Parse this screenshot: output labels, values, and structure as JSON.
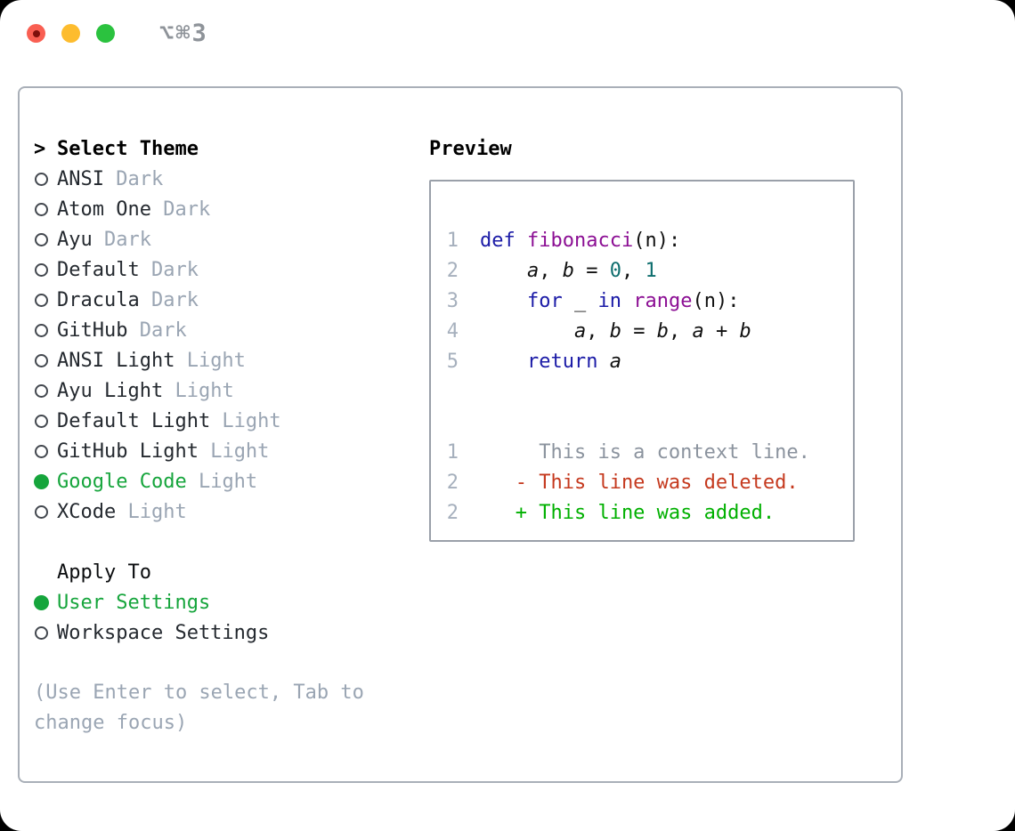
{
  "titlebar": {
    "shortcut": "⌥⌘3"
  },
  "colors": {
    "accent_green": "#16a53c",
    "diff_red": "#c5391e",
    "diff_green": "#00b000",
    "syntax_keyword": "#1b1ba7",
    "syntax_function": "#8c0f94",
    "syntax_number": "#0e6e6e",
    "muted_gray": "#9aa5b3",
    "panel_border": "#a9afb8",
    "traffic_red": "#f95f52",
    "traffic_yellow": "#fdbc2e",
    "traffic_green": "#2bc23f"
  },
  "theme_list": {
    "header_prefix": ">",
    "header": "Select Theme",
    "items": [
      {
        "name": "ANSI",
        "variant": "Dark",
        "selected": false
      },
      {
        "name": "Atom One",
        "variant": "Dark",
        "selected": false
      },
      {
        "name": "Ayu",
        "variant": "Dark",
        "selected": false
      },
      {
        "name": "Default",
        "variant": "Dark",
        "selected": false
      },
      {
        "name": "Dracula",
        "variant": "Dark",
        "selected": false
      },
      {
        "name": "GitHub",
        "variant": "Dark",
        "selected": false
      },
      {
        "name": "ANSI Light",
        "variant": "Light",
        "selected": false
      },
      {
        "name": "Ayu Light",
        "variant": "Light",
        "selected": false
      },
      {
        "name": "Default Light",
        "variant": "Light",
        "selected": false
      },
      {
        "name": "GitHub Light",
        "variant": "Light",
        "selected": false
      },
      {
        "name": "Google Code",
        "variant": "Light",
        "selected": true
      },
      {
        "name": "XCode",
        "variant": "Light",
        "selected": false
      }
    ]
  },
  "apply_to": {
    "header": "Apply To",
    "options": [
      {
        "label": "User Settings",
        "selected": true
      },
      {
        "label": "Workspace Settings",
        "selected": false
      }
    ]
  },
  "help_text": "(Use Enter to select, Tab to change focus)",
  "preview": {
    "header": "Preview",
    "code_lines": [
      {
        "number": "1",
        "segments": [
          {
            "text": "def",
            "style": "keyword"
          },
          {
            "text": " ",
            "style": "plain"
          },
          {
            "text": "fibonacci",
            "style": "function"
          },
          {
            "text": "(n):",
            "style": "plain"
          }
        ]
      },
      {
        "number": "2",
        "segments": [
          {
            "text": "    ",
            "style": "plain"
          },
          {
            "text": "a",
            "style": "variable"
          },
          {
            "text": ", ",
            "style": "plain"
          },
          {
            "text": "b",
            "style": "variable"
          },
          {
            "text": " = ",
            "style": "plain"
          },
          {
            "text": "0",
            "style": "number"
          },
          {
            "text": ", ",
            "style": "plain"
          },
          {
            "text": "1",
            "style": "number"
          }
        ]
      },
      {
        "number": "3",
        "segments": [
          {
            "text": "    ",
            "style": "plain"
          },
          {
            "text": "for",
            "style": "keyword"
          },
          {
            "text": " _ ",
            "style": "plain"
          },
          {
            "text": "in",
            "style": "keyword"
          },
          {
            "text": " ",
            "style": "plain"
          },
          {
            "text": "range",
            "style": "function"
          },
          {
            "text": "(n):",
            "style": "plain"
          }
        ]
      },
      {
        "number": "4",
        "segments": [
          {
            "text": "        ",
            "style": "plain"
          },
          {
            "text": "a",
            "style": "variable"
          },
          {
            "text": ", ",
            "style": "plain"
          },
          {
            "text": "b",
            "style": "variable"
          },
          {
            "text": " = ",
            "style": "plain"
          },
          {
            "text": "b",
            "style": "variable"
          },
          {
            "text": ", ",
            "style": "plain"
          },
          {
            "text": "a",
            "style": "variable"
          },
          {
            "text": " + ",
            "style": "plain"
          },
          {
            "text": "b",
            "style": "variable"
          }
        ]
      },
      {
        "number": "5",
        "segments": [
          {
            "text": "    ",
            "style": "plain"
          },
          {
            "text": "return",
            "style": "keyword"
          },
          {
            "text": " ",
            "style": "plain"
          },
          {
            "text": "a",
            "style": "variable"
          }
        ]
      }
    ],
    "diff_lines": [
      {
        "number": "1",
        "text": "     This is a context line.",
        "style": "context"
      },
      {
        "number": "2",
        "text": "   - This line was deleted.",
        "style": "deleted"
      },
      {
        "number": "2",
        "text": "   + This line was added.",
        "style": "added"
      }
    ]
  }
}
